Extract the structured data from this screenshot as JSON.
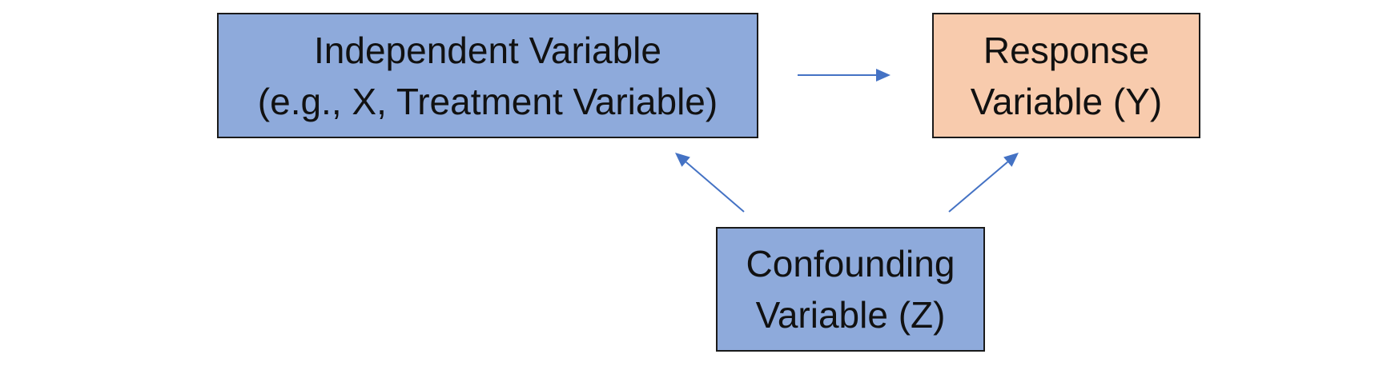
{
  "diagram": {
    "nodes": [
      {
        "id": "independent",
        "lines": [
          "Independent Variable",
          "(e.g., X, Treatment Variable)"
        ],
        "fill": "#8eaadb"
      },
      {
        "id": "response",
        "lines": [
          "Response",
          "Variable (Y)"
        ],
        "fill": "#f8cbad"
      },
      {
        "id": "confounding",
        "lines": [
          "Confounding",
          "Variable (Z)"
        ],
        "fill": "#8eaadb"
      }
    ],
    "edges": [
      {
        "from": "independent",
        "to": "response"
      },
      {
        "from": "confounding",
        "to": "independent"
      },
      {
        "from": "confounding",
        "to": "response"
      }
    ],
    "arrow_color": "#4472c4"
  }
}
